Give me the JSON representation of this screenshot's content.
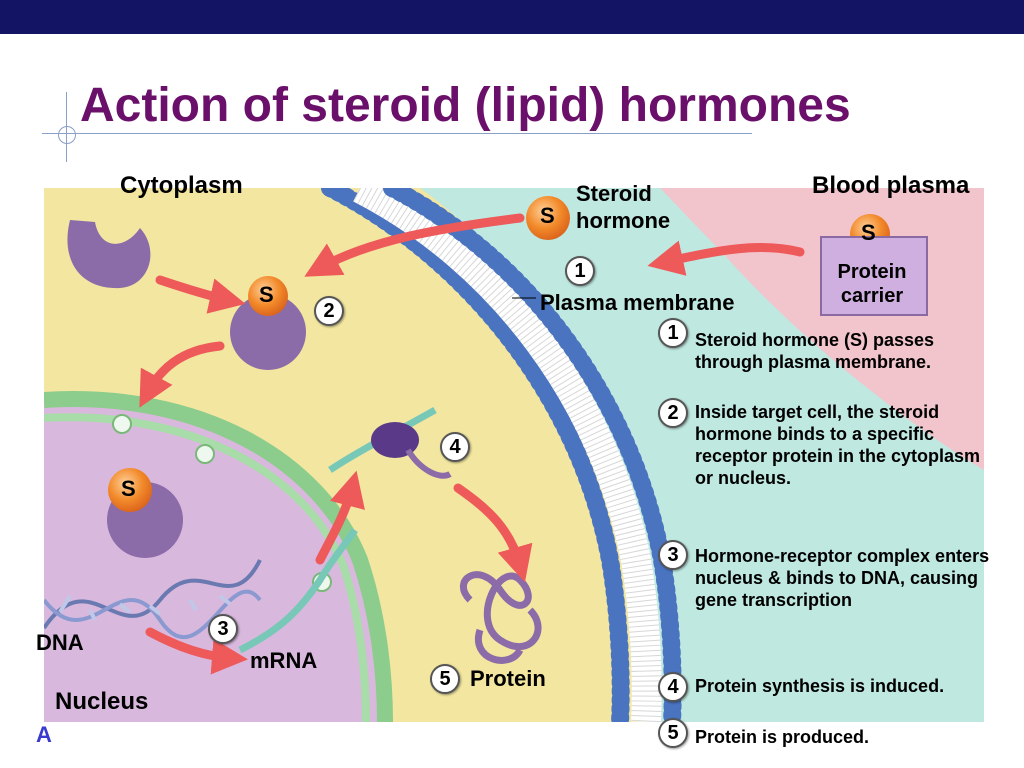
{
  "title": "Action of steroid (lipid) hormones",
  "labels": {
    "cytoplasm": "Cytoplasm",
    "blood_plasma": "Blood plasma",
    "steroid_hormone": "Steroid\nhormone",
    "plasma_membrane": "Plasma membrane",
    "protein_carrier": "Protein\ncarrier",
    "dna": "DNA",
    "mrna": "mRNA",
    "nucleus": "Nucleus",
    "protein": "Protein",
    "s": "S",
    "footer_fragment": "A"
  },
  "diagram_numbers": [
    "1",
    "2",
    "3",
    "4",
    "5"
  ],
  "steps": [
    {
      "num": "1",
      "text": "Steroid hormone (S) passes through plasma membrane."
    },
    {
      "num": "2",
      "text": "Inside target cell, the steroid hormone binds to a specific receptor protein in the cytoplasm or nucleus."
    },
    {
      "num": "3",
      "text": "Hormone-receptor complex enters nucleus & binds to DNA, causing gene transcription"
    },
    {
      "num": "4",
      "text": "Protein synthesis is induced."
    },
    {
      "num": "5",
      "text": "Protein is produced."
    }
  ],
  "colors": {
    "title": "#6a0f6a",
    "topbar": "#141464",
    "cytoplasm": "#f2e6a0",
    "nucleus": "#d9b8de",
    "outside": "#bfe8e0",
    "blood": "#f2c4cc",
    "arrow": "#ee5a5a",
    "membrane": "#4a74c0"
  }
}
